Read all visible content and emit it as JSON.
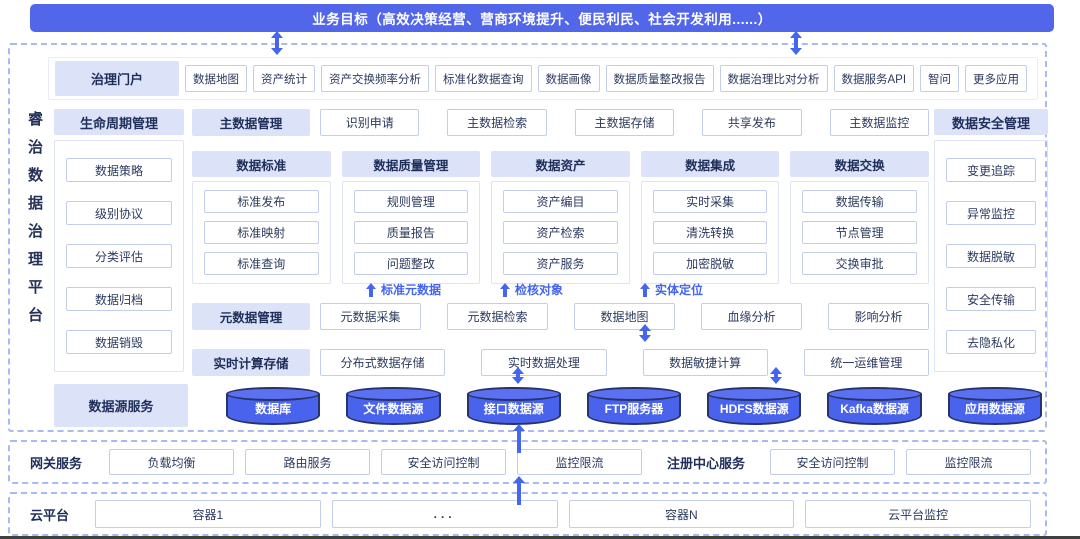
{
  "banner": {
    "title": "业务目标（高效决策经营、营商环境提升、便民利民、社会开发利用......）"
  },
  "platform_title": "睿治数据治理平台",
  "portal": {
    "label": "治理门户",
    "items": [
      "数据地图",
      "资产统计",
      "资产交换频率分析",
      "标准化数据查询",
      "数据画像",
      "数据质量整改报告",
      "数据治理比对分析",
      "数据服务API",
      "智问",
      "更多应用"
    ]
  },
  "lifecycle": {
    "label": "生命周期管理",
    "items": [
      "数据策略",
      "级别协议",
      "分类评估",
      "数据归档",
      "数据销毁"
    ]
  },
  "master_data": {
    "label": "主数据管理",
    "items": [
      "识别申请",
      "主数据检索",
      "主数据存储",
      "共享发布",
      "主数据监控"
    ]
  },
  "columns": [
    {
      "label": "数据标准",
      "items": [
        "标准发布",
        "标准映射",
        "标准查询"
      ]
    },
    {
      "label": "数据质量管理",
      "items": [
        "规则管理",
        "质量报告",
        "问题整改"
      ]
    },
    {
      "label": "数据资产",
      "items": [
        "资产编目",
        "资产检索",
        "资产服务"
      ]
    },
    {
      "label": "数据集成",
      "items": [
        "实时采集",
        "清洗转换",
        "加密脱敏"
      ]
    },
    {
      "label": "数据交换",
      "items": [
        "数据传输",
        "节点管理",
        "交换审批"
      ]
    }
  ],
  "flow_labels": [
    "标准元数据",
    "检核对象",
    "实体定位"
  ],
  "metadata": {
    "label": "元数据管理",
    "items": [
      "元数据采集",
      "元数据检索",
      "数据地图",
      "血缘分析",
      "影响分析"
    ]
  },
  "realtime": {
    "label": "实时计算存储",
    "items": [
      "分布式数据存储",
      "实时数据处理",
      "数据敏捷计算",
      "统一运维管理"
    ]
  },
  "security": {
    "label": "数据安全管理",
    "items": [
      "变更追踪",
      "异常监控",
      "数据脱敏",
      "安全传输",
      "去隐私化"
    ]
  },
  "datasource": {
    "label": "数据源服务",
    "items": [
      "数据库",
      "文件数据源",
      "接口数据源",
      "FTP服务器",
      "HDFS数据源",
      "Kafka数据源",
      "应用数据源"
    ]
  },
  "gateway": {
    "label": "网关服务",
    "items": [
      "负载均衡",
      "路由服务",
      "安全访问控制",
      "监控限流"
    ],
    "registry_label": "注册中心服务",
    "registry_items": [
      "安全访问控制",
      "监控限流"
    ]
  },
  "cloud": {
    "label": "云平台",
    "items": [
      "容器1",
      "...",
      "容器N",
      "云平台监控"
    ]
  },
  "colors": {
    "accent": "#4465ee",
    "banner": "#5266ea",
    "lav": "#dce3f8",
    "navy": "#1f2e5a",
    "itemborder": "#c2ceec",
    "dash": "#a9b9f1",
    "cylfill": "#4a63ed",
    "cylstroke": "#27336b"
  }
}
